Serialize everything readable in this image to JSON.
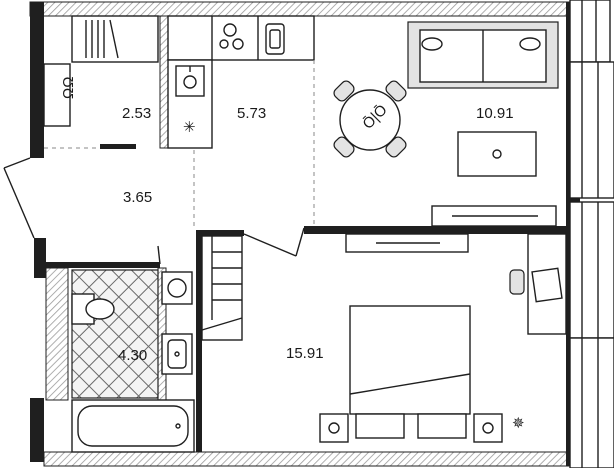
{
  "rooms": [
    {
      "id": "storage",
      "area": "2.53"
    },
    {
      "id": "kitchen",
      "area": "5.73"
    },
    {
      "id": "living",
      "area": "10.91"
    },
    {
      "id": "hall",
      "area": "3.65"
    },
    {
      "id": "bathroom",
      "area": "4.30"
    },
    {
      "id": "bedroom",
      "area": "15.91"
    }
  ],
  "icons": [
    "window-icon",
    "door-icon",
    "table-icon",
    "chair-icon",
    "sofa-icon",
    "bed-icon",
    "toilet-icon",
    "sink-icon",
    "bathtub-icon",
    "stove-icon",
    "washing-machine-icon",
    "plant-icon",
    "desk-icon",
    "wardrobe-icon",
    "shelf-icon"
  ],
  "colors": {
    "wall": "#1f1f1f",
    "hatch": "#9a9a9a",
    "furniture_fill": "#e3e3e3"
  }
}
